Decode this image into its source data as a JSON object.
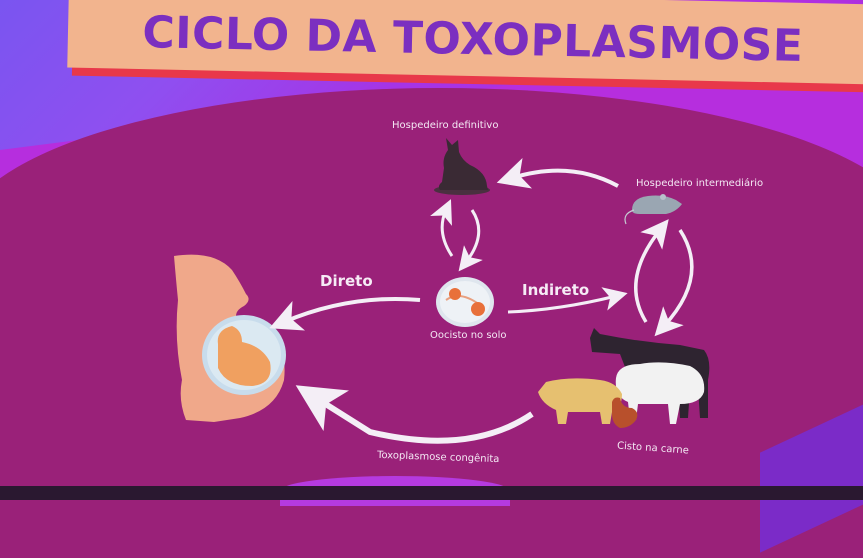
{
  "title": "CICLO DA TOXOPLASMOSE",
  "colors": {
    "title_bg": "#f2b48e",
    "title_text": "#7b2fc0",
    "title_underline": "#e8384a",
    "stage_bg": "#9a2179",
    "backdrop": "#b62ede",
    "arrow": "#f4eef6",
    "label": "#f4e8f4"
  },
  "nodes": {
    "definitive_host": {
      "label": "Hospedeiro definitivo",
      "icon": "cat-icon"
    },
    "intermediate_host": {
      "label": "Hospedeiro intermediário",
      "icon": "mouse-icon"
    },
    "oocyst": {
      "label": "Oocisto no solo",
      "icon": "oocyst-icon"
    },
    "meat_cyst": {
      "label": "Cisto na carne",
      "icon": "livestock-icon"
    },
    "pregnant_woman": {
      "label": "",
      "icon": "pregnant-woman-icon"
    }
  },
  "edges": {
    "direct": "Direto",
    "indirect": "Indireto",
    "congenital": "Toxoplasmose congênita"
  }
}
